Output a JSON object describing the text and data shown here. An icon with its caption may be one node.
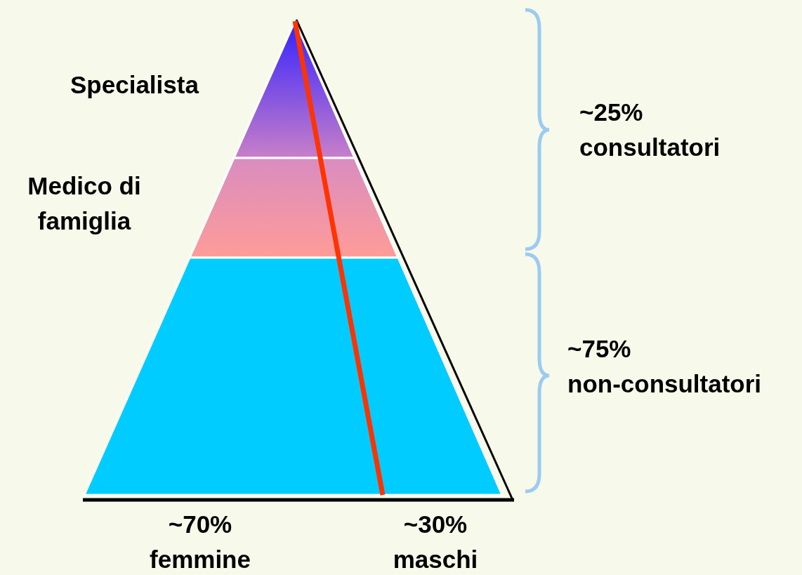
{
  "diagram": {
    "labels": [
      "Specialista",
      "Medico di famiglia",
      "~25% consultatori",
      "~75% non-consultatori",
      "~70% femmine",
      "~30% maschi"
    ]
  }
}
